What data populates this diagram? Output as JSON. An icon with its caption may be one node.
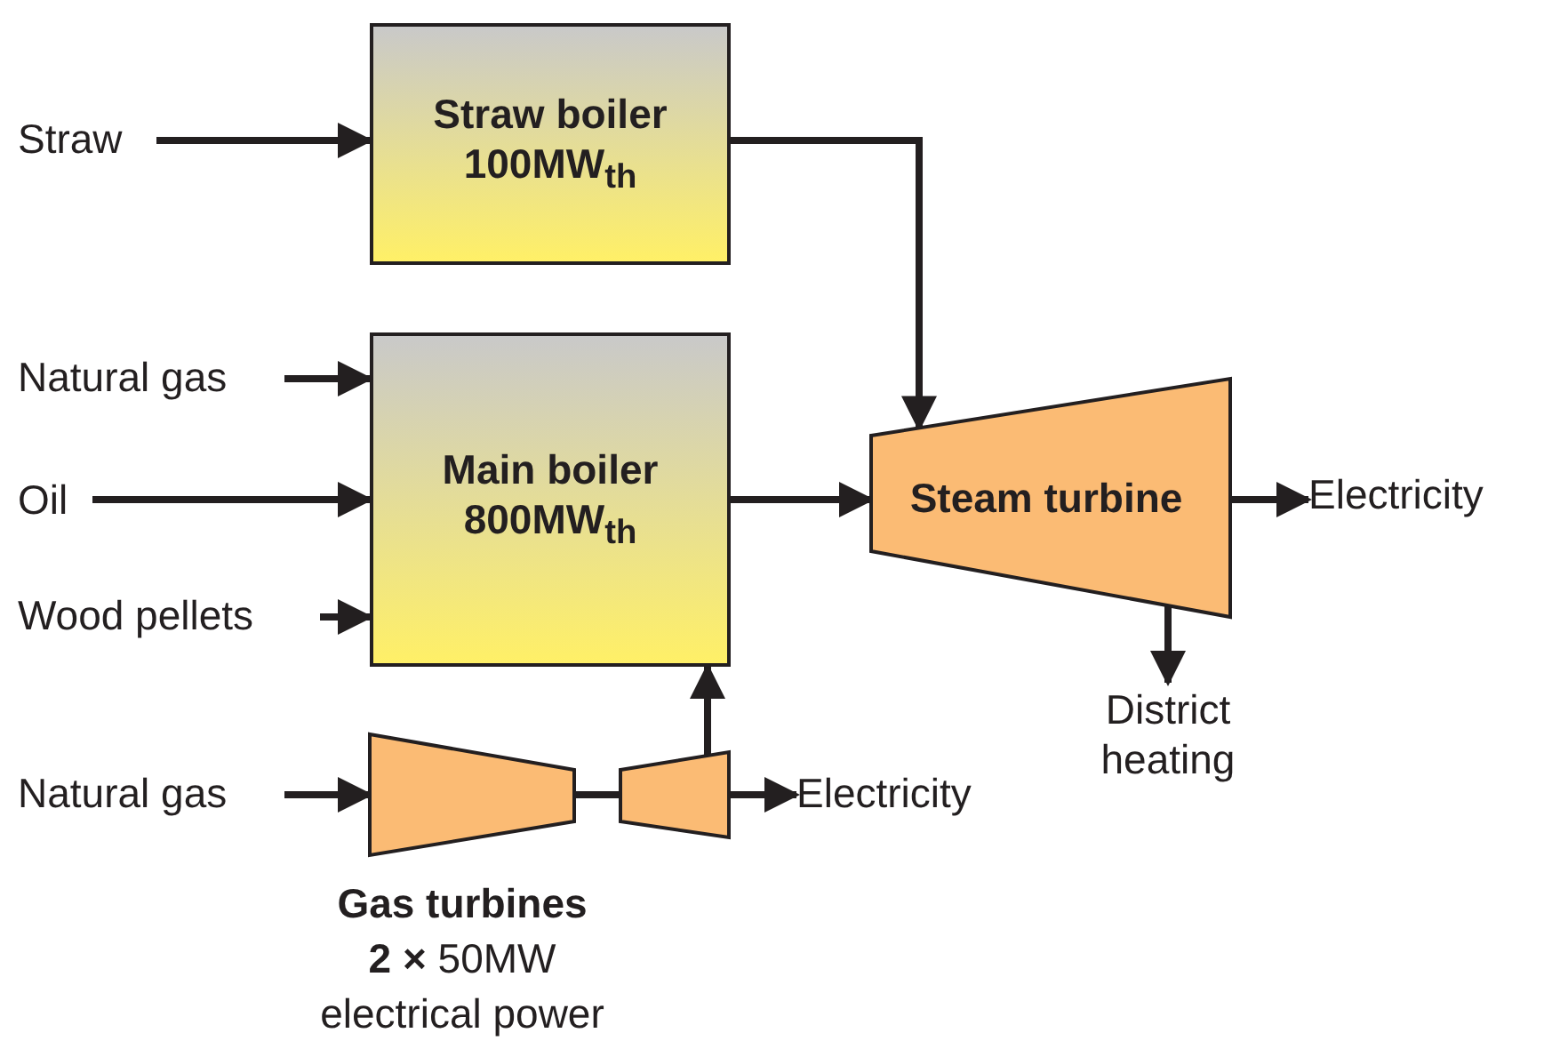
{
  "diagram": {
    "nodes": [
      {
        "text": [
          "Straw"
        ]
      },
      {
        "text": [
          "Straw boiler 100MW$_{th}$"
        ]
      },
      {
        "text": [
          "Natural gas"
        ]
      },
      {
        "text": [
          "Oil"
        ]
      },
      {
        "text": [
          "Wood pellets"
        ]
      },
      {
        "text": [
          "Main boiler 800MW$_{th}$"
        ]
      },
      {
        "text": [
          "Steam turbine"
        ]
      },
      {
        "text": [
          "Electricity"
        ]
      },
      {
        "text": [
          "District heating"
        ]
      },
      {
        "text": [
          "Natural gas"
        ]
      },
      {
        "text": [],
        "shape": "trapezoid"
      },
      {
        "text": [],
        "shape": "trapezoid"
      },
      {
        "text": [
          "Electricity"
        ]
      }
    ],
    "edges": [
      {
        "from": 0,
        "to": 1,
        "arrow": "to"
      },
      {
        "from": 1,
        "to": 6,
        "arrow": "to"
      },
      {
        "from": 2,
        "to": 5,
        "arrow": "to"
      },
      {
        "from": 3,
        "to": 5,
        "arrow": "to"
      },
      {
        "from": 4,
        "to": 5,
        "arrow": "to"
      },
      {
        "from": 5,
        "to": 6,
        "arrow": "to"
      },
      {
        "from": 6,
        "to": 7,
        "arrow": "to"
      },
      {
        "from": 6,
        "to": 8,
        "arrow": "to"
      },
      {
        "from": 9,
        "to": 10,
        "arrow": "to"
      },
      {
        "from": 10,
        "to": 11,
        "arrow": "none"
      },
      {
        "from": 11,
        "to": 5,
        "arrow": "to"
      },
      {
        "from": 11,
        "to": 12,
        "arrow": "to"
      }
    ],
    "labels": [
      "Gas turbines",
      "**2 ×** 50MW",
      "electrical power"
    ]
  }
}
